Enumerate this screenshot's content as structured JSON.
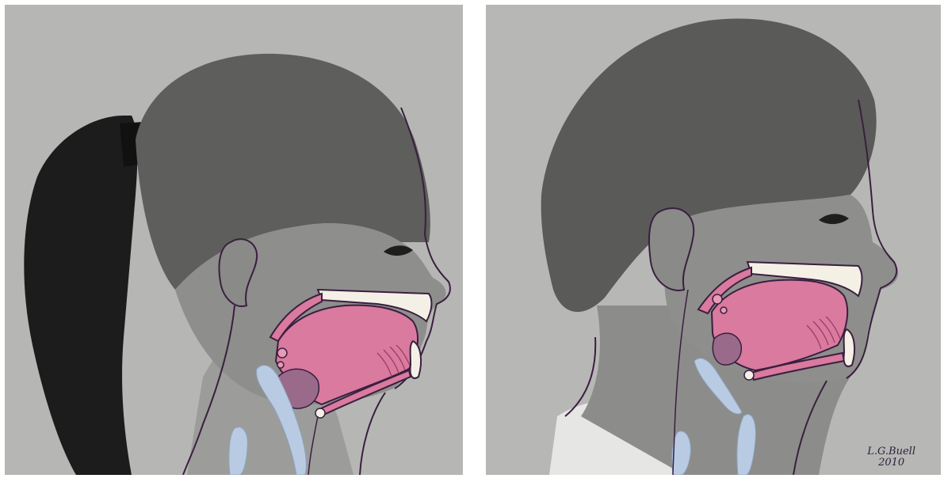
{
  "figure": {
    "panels": [
      {
        "subject": "girl-profile-with-ponytail",
        "facing": "right"
      },
      {
        "subject": "boy-profile-short-hair",
        "facing": "right"
      }
    ],
    "signature": {
      "name": "L.G.Buell",
      "year": "2010"
    },
    "colors": {
      "background_photo": "#b4b4b2",
      "skin": "#8e8e8c",
      "hair_dark": "#1c1c1c",
      "hair_brown": "#565656",
      "outline": "#3a1f3f",
      "oral_tissue": "#d97a9e",
      "oral_tissue_dark": "#b84f7b",
      "bone": "#f4f0e6",
      "airway": "#b9cbe2",
      "tonsil": "#9a6a8a"
    }
  }
}
